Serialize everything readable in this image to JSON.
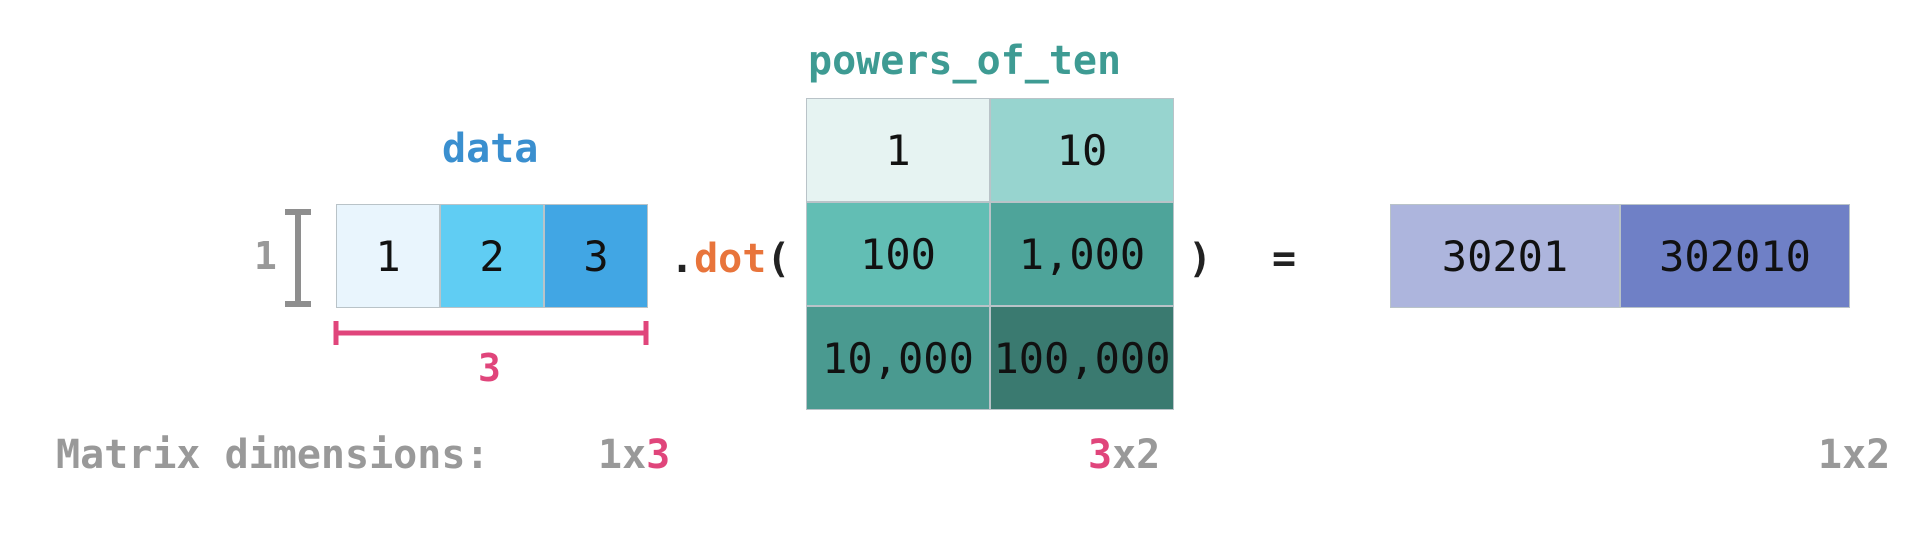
{
  "data_matrix": {
    "name": "data",
    "cells": [
      "1",
      "2",
      "3"
    ],
    "colors": [
      "#e9f5fd",
      "#60cdf3",
      "#41a6e4"
    ],
    "rows_label": "1",
    "cols_label": "3"
  },
  "operator": {
    "dot_prefix": ".",
    "dot_word": "dot",
    "open_paren": "(",
    "close_paren": ")",
    "equals": "="
  },
  "powers_matrix": {
    "name": "powers_of_ten",
    "rows": [
      [
        "1",
        "10"
      ],
      [
        "100",
        "1,000"
      ],
      [
        "10,000",
        "100,000"
      ]
    ],
    "colors": [
      [
        "#e6f3f2",
        "#97d4cf"
      ],
      [
        "#62beb4",
        "#4ea49a"
      ],
      [
        "#4a9a90",
        "#3a7a70"
      ]
    ]
  },
  "result_matrix": {
    "cells": [
      "30201",
      "302010"
    ],
    "colors": [
      "#adb5dd",
      "#6f80c6"
    ]
  },
  "dimensions": {
    "label": "Matrix dimensions:",
    "data_rows": "1x",
    "data_cols": "3",
    "powers_rows": "3",
    "powers_cols": "x2",
    "result": "1x2"
  },
  "colors": {
    "accent_pink": "#e0457b",
    "blue_label": "#3a8fcf",
    "teal_label": "#3e9b93",
    "orange_dot": "#e8743b",
    "gray": "#999999"
  }
}
